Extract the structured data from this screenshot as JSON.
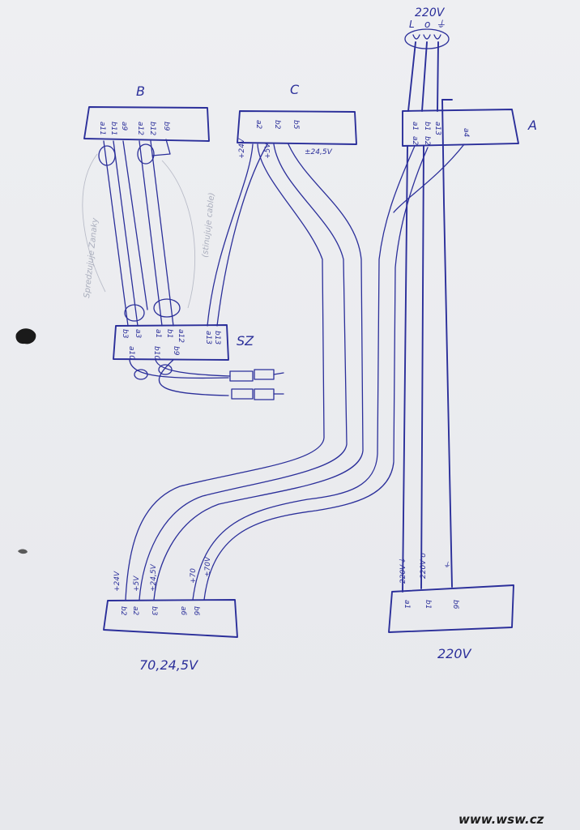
{
  "title_top": "220V",
  "mains_symbols": [
    "L",
    "o",
    "⏚"
  ],
  "connectors": {
    "A": {
      "label": "A",
      "pins": [
        "a1",
        "b1",
        "a13",
        "a2",
        "b2",
        "a4"
      ]
    },
    "B": {
      "label": "B",
      "pins": [
        "a11",
        "b11",
        "a9",
        "a12",
        "b12",
        "b9"
      ]
    },
    "C": {
      "label": "C",
      "pins": [
        "a2",
        "b2",
        "b5"
      ]
    },
    "SZ": {
      "label": "SZ",
      "pins": [
        "b3",
        "a3",
        "a1",
        "b1",
        "a12",
        "a13",
        "b13",
        "a10",
        "b10",
        "b9"
      ]
    },
    "PS": {
      "pins": [
        "b2",
        "a2",
        "b3",
        "a6",
        "b6"
      ],
      "caption": "70,24,5V"
    },
    "MAINS": {
      "pins": [
        "a1",
        "b1",
        "b6"
      ],
      "caption": "220V"
    }
  },
  "wire_labels": {
    "c_top": [
      "+24V",
      "+5V",
      "±24,5V"
    ],
    "ps_top": [
      "+24V",
      "+5V",
      "±24,5V",
      "+70",
      "±70V"
    ],
    "mains_top": [
      "220V⏚",
      "220V o",
      "⏚"
    ]
  },
  "pencil_notes": [
    "Spredzujuje Zanaky",
    "(stinujuje cable)"
  ],
  "footer": "www.wsw.cz"
}
